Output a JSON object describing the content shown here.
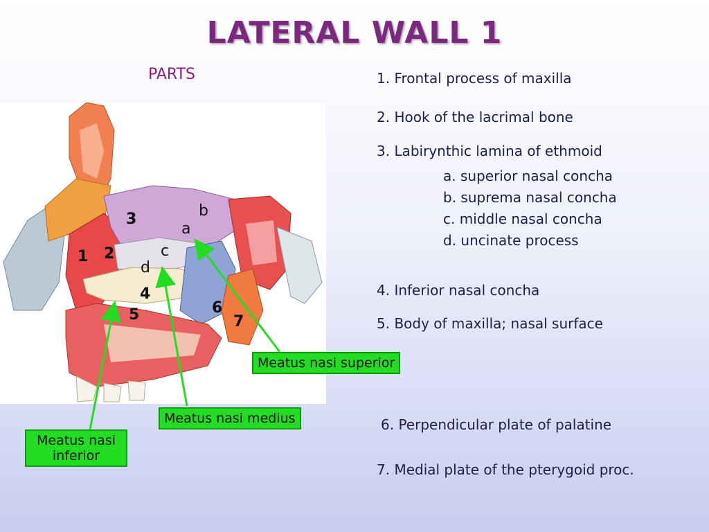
{
  "title": "LATERAL WALL 1",
  "parts_heading": "PARTS",
  "legend": {
    "item1": "1.  Frontal process of maxilla",
    "item2": "2.  Hook of the lacrimal bone",
    "item3": "3.  Labirynthic lamina of ethmoid",
    "item3a": "a. superior nasal concha",
    "item3b": "b. suprema nasal concha",
    "item3c": "c. middle nasal concha",
    "item3d": "d. uncinate process",
    "item4": "4.  Inferior nasal concha",
    "item5": "5.  Body of maxilla; nasal surface",
    "item6": "6. Perpendicular plate of palatine",
    "item7": "7. Medial plate of the pterygoid proc."
  },
  "figure_labels": {
    "n1": "1",
    "n2": "2",
    "n3": "3",
    "n4": "4",
    "n5": "5",
    "n6": "6",
    "n7": "7",
    "a": "a",
    "b": "b",
    "c": "c",
    "d": "d"
  },
  "callouts": {
    "superior": "Meatus nasi superior",
    "medius": "Meatus nasi medius",
    "inferior_line1": "Meatus nasi",
    "inferior_line2": "inferior"
  },
  "colors": {
    "title": "#7a2a7c",
    "callout_bg": "#22dd22",
    "arrow": "#22dd22"
  }
}
